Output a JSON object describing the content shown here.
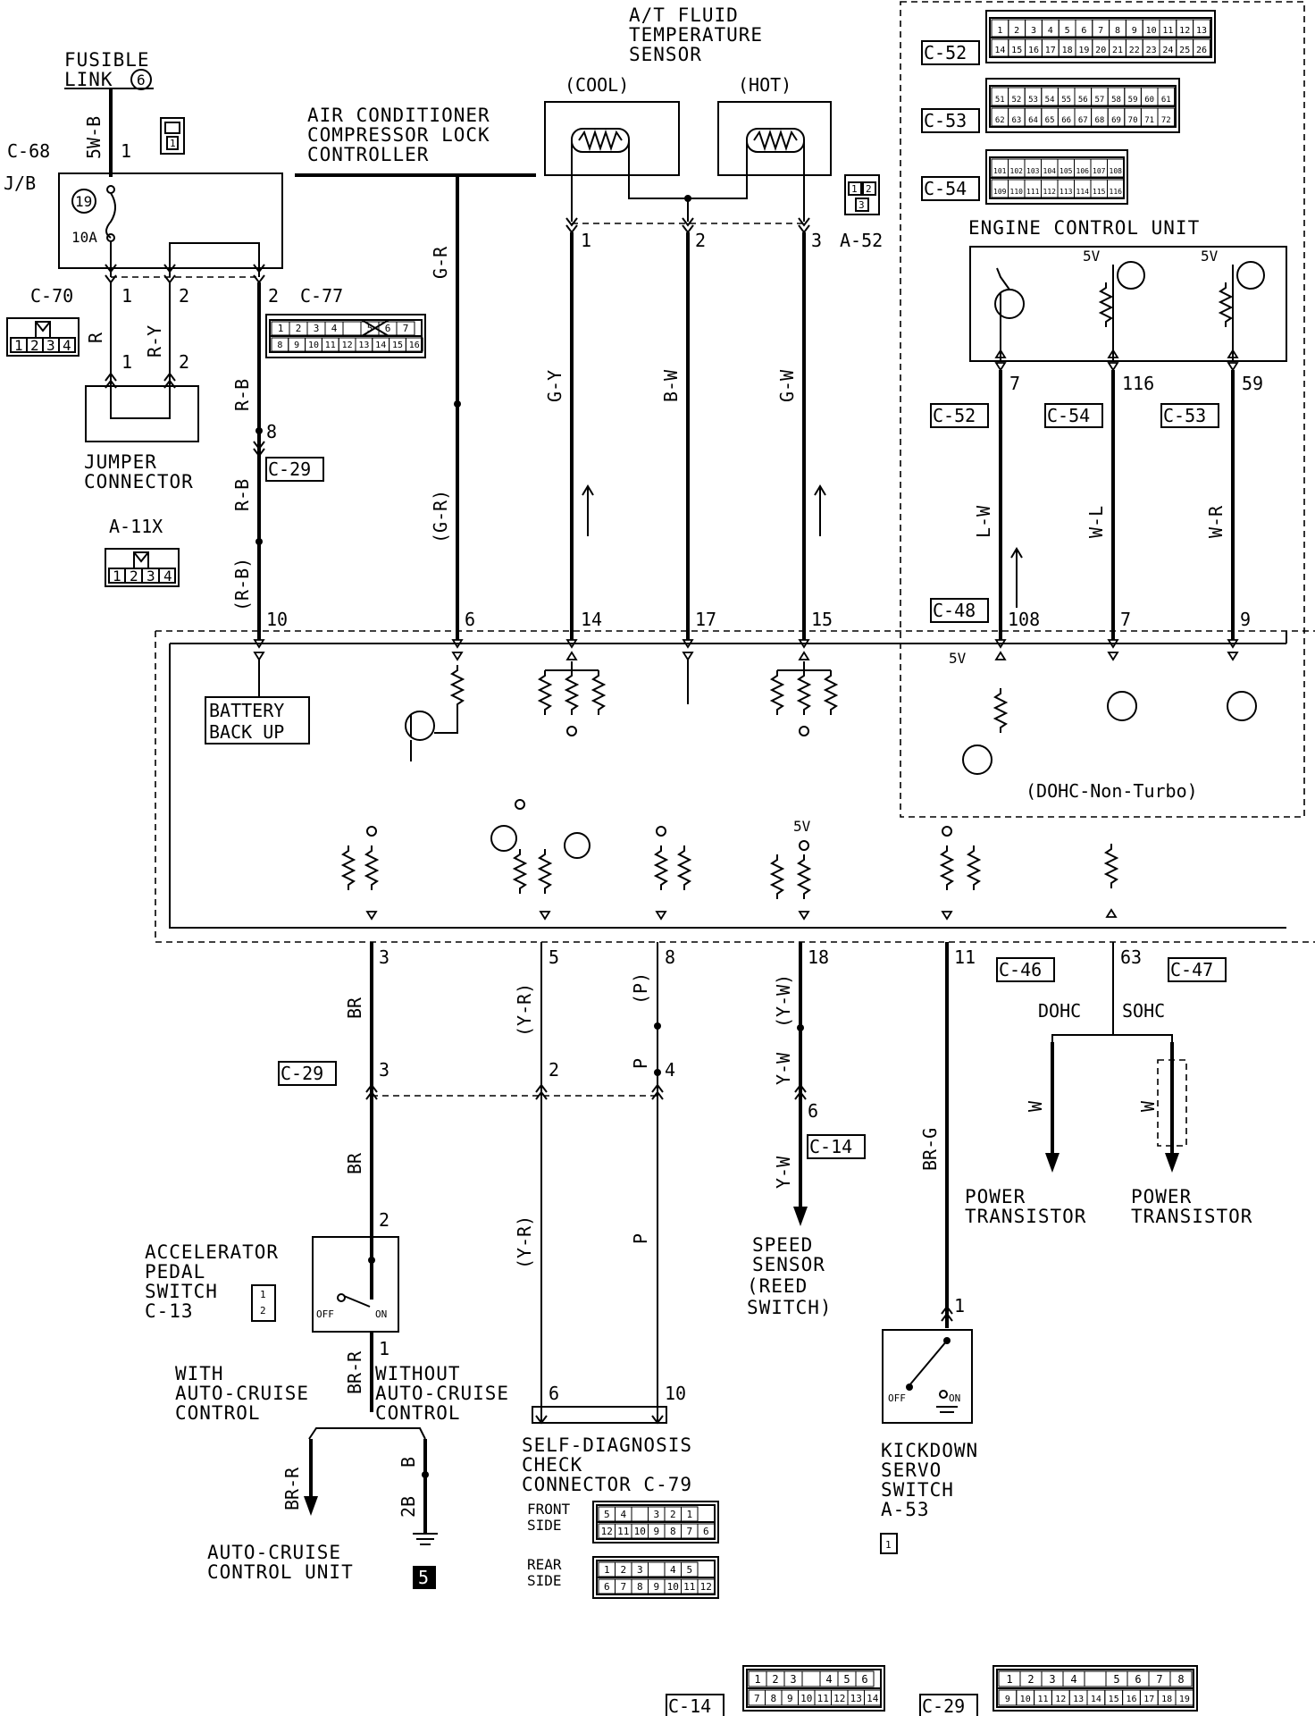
{
  "fusible_link": {
    "title1": "FUSIBLE",
    "title2": "LINK",
    "num": "6",
    "wire": "5W-B",
    "pin": "1",
    "conn": "C-68",
    "pin_icon": "1"
  },
  "jb": {
    "label": "J/B",
    "fuse_num": "19",
    "fuse_amp": "10A"
  },
  "c70": {
    "label": "C-70",
    "pin1": "1",
    "pin2": "2",
    "cells": [
      "1",
      "2",
      "3",
      "4"
    ]
  },
  "jumper": {
    "w1": "R",
    "w2": "R-Y",
    "pin1": "1",
    "pin2": "2",
    "line1": "JUMPER",
    "line2": "CONNECTOR"
  },
  "a11x": {
    "label": "A-11X",
    "cells": [
      "1",
      "2",
      "3",
      "4"
    ]
  },
  "c77": {
    "label": "C-77",
    "pin": "2",
    "row1": [
      "1",
      "2",
      "3",
      "4",
      "",
      "5",
      "6",
      "7"
    ],
    "row2": [
      "8",
      "9",
      "10",
      "11",
      "12",
      "13",
      "14",
      "15",
      "16"
    ]
  },
  "rb": {
    "w1": "R-B",
    "pin_c29": "8",
    "c29": "C-29",
    "w2": "R-B",
    "w3": "(R-B)",
    "ecu_pin": "10"
  },
  "ac": {
    "line1": "AIR CONDITIONER",
    "line2": "COMPRESSOR LOCK",
    "line3": "CONTROLLER",
    "w1": "G-R",
    "w2": "(G-R)",
    "ecu_pin": "6"
  },
  "atf": {
    "line1": "A/T FLUID",
    "line2": "TEMPERATURE",
    "line3": "SENSOR",
    "cool": "(COOL)",
    "hot": "(HOT)",
    "p1": "1",
    "p2": "2",
    "p3": "3",
    "conn": "A-52",
    "icon": [
      "1",
      "2",
      "3"
    ],
    "w1": "G-Y",
    "w2": "B-W",
    "w3": "G-W",
    "e1": "14",
    "e2": "17",
    "e3": "15"
  },
  "conn_legend": {
    "c52": "C-52",
    "c53": "C-53",
    "c54": "C-54",
    "c52_r1": [
      "1",
      "2",
      "3",
      "4",
      "5",
      "6",
      "7",
      "8",
      "9",
      "10",
      "11",
      "12",
      "13"
    ],
    "c52_r2": [
      "14",
      "15",
      "16",
      "17",
      "18",
      "19",
      "20",
      "21",
      "22",
      "23",
      "24",
      "25",
      "26"
    ],
    "c53_r1": [
      "51",
      "52",
      "53",
      "54",
      "55",
      "56",
      "57",
      "58",
      "59",
      "60",
      "61"
    ],
    "c53_r2": [
      "62",
      "63",
      "64",
      "65",
      "66",
      "67",
      "68",
      "69",
      "70",
      "71",
      "72"
    ],
    "c54_r1": [
      "101",
      "102",
      "103",
      "104",
      "105",
      "106",
      "107",
      "108"
    ],
    "c54_r2": [
      "109",
      "110",
      "111",
      "112",
      "113",
      "114",
      "115",
      "116"
    ]
  },
  "ecu_top": {
    "title": "ENGINE CONTROL UNIT",
    "v1": "5V",
    "v2": "5V",
    "p1": "7",
    "p2": "116",
    "p3": "59",
    "c52": "C-52",
    "c54": "C-54",
    "c53": "C-53",
    "w1": "L-W",
    "w2": "W-L",
    "w3": "W-R",
    "c48": "C-48",
    "e1": "108",
    "e2": "7",
    "e3": "9"
  },
  "ecu": {
    "battery1": "BATTERY",
    "battery2": "BACK UP",
    "v5a": "5V",
    "v5b": "5V",
    "dohc": "(DOHC-Non-Turbo)"
  },
  "bottom_pins": {
    "p3": "3",
    "p5": "5",
    "p8": "8",
    "p18": "18",
    "p11": "11",
    "p63": "63",
    "c46": "C-46",
    "c47": "C-47"
  },
  "br": {
    "w1": "BR",
    "c29": "C-29",
    "pin3": "3",
    "w2": "BR",
    "pin2": "2",
    "pin1": "1",
    "w3": "BR-R"
  },
  "accel": {
    "line1": "ACCELERATOR",
    "line2": "PEDAL",
    "line3": "SWITCH",
    "line4": "C-13",
    "off": "OFF",
    "on": "ON",
    "icon": [
      "1",
      "2"
    ]
  },
  "cruise": {
    "with1": "WITH",
    "with2": "AUTO-CRUISE",
    "with3": "CONTROL",
    "without1": "WITHOUT",
    "without2": "AUTO-CRUISE",
    "without3": "CONTROL",
    "w_brr": "BR-R",
    "w_2b": "2B",
    "w_b": "B",
    "unit1": "AUTO-CRUISE",
    "unit2": "CONTROL UNIT",
    "ground": "5"
  },
  "diag": {
    "w1": "(Y-R)",
    "w2": "(P)",
    "pin2": "2",
    "w_p": "P",
    "pin4": "4",
    "w3": "(Y-R)",
    "w4": "P",
    "pin6": "6",
    "pin10": "10",
    "line1": "SELF-DIAGNOSIS",
    "line2": "CHECK",
    "line3": "CONNECTOR  C-79",
    "front": "FRONT",
    "side": "SIDE",
    "rear": "REAR",
    "front_r1": [
      "5",
      "4",
      "",
      "3",
      "2",
      "1"
    ],
    "front_r2": [
      "12",
      "11",
      "10",
      "9",
      "8",
      "7",
      "6"
    ],
    "rear_r1": [
      "1",
      "2",
      "3",
      "",
      "4",
      "5"
    ],
    "rear_r2": [
      "6",
      "7",
      "8",
      "9",
      "10",
      "11",
      "12"
    ]
  },
  "speed": {
    "w1": "(Y-W)",
    "w2": "Y-W",
    "pin6": "6",
    "c14": "C-14",
    "w3": "Y-W",
    "line1": "SPEED",
    "line2": "SENSOR",
    "line3": "(REED",
    "line4": "SWITCH)"
  },
  "kick": {
    "w1": "BR-G",
    "pin1": "1",
    "off": "OFF",
    "on": "ON",
    "line1": "KICKDOWN",
    "line2": "SERVO",
    "line3": "SWITCH",
    "line4": "A-53",
    "icon": "1"
  },
  "power": {
    "dohc": "DOHC",
    "sohc": "SOHC",
    "w1": "W",
    "w2": "W",
    "l1a": "POWER",
    "l1b": "TRANSISTOR",
    "l2a": "POWER",
    "l2b": "TRANSISTOR"
  },
  "footer": {
    "c14": "C-14",
    "c29": "C-29",
    "c14_r1": [
      "1",
      "2",
      "3",
      "",
      "4",
      "5",
      "6"
    ],
    "c14_r2": [
      "7",
      "8",
      "9",
      "10",
      "11",
      "12",
      "13",
      "14"
    ],
    "c29_r1": [
      "1",
      "2",
      "3",
      "4",
      "",
      "5",
      "6",
      "7",
      "8"
    ],
    "c29_r2": [
      "9",
      "10",
      "11",
      "12",
      "13",
      "14",
      "15",
      "16",
      "17",
      "18",
      "19"
    ]
  }
}
